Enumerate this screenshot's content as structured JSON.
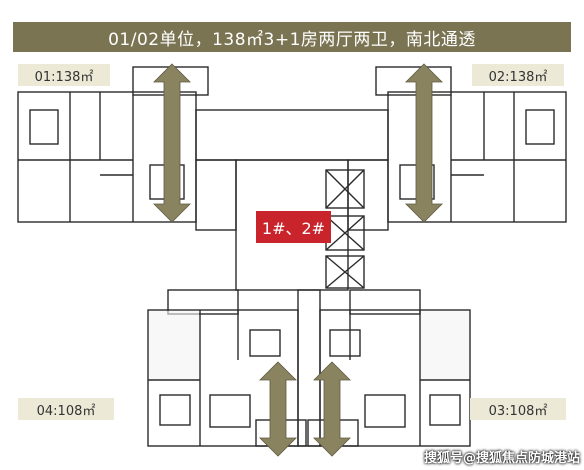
{
  "title": "01/02单位，138㎡3+1房两厅两卫，南北通透",
  "units": {
    "u01": "01:138㎡",
    "u02": "02:138㎡",
    "u03": "03:108㎡",
    "u04": "04:108㎡"
  },
  "building": "1#、2#",
  "watermark": "搜狐号@搜狐焦点防城港站",
  "colors": {
    "title_bg": "#7b7453",
    "label_bg": "#ede9d7",
    "tag_red": "#c9232b",
    "arrow": "#8a8360",
    "wall": "#2a2a2a"
  }
}
